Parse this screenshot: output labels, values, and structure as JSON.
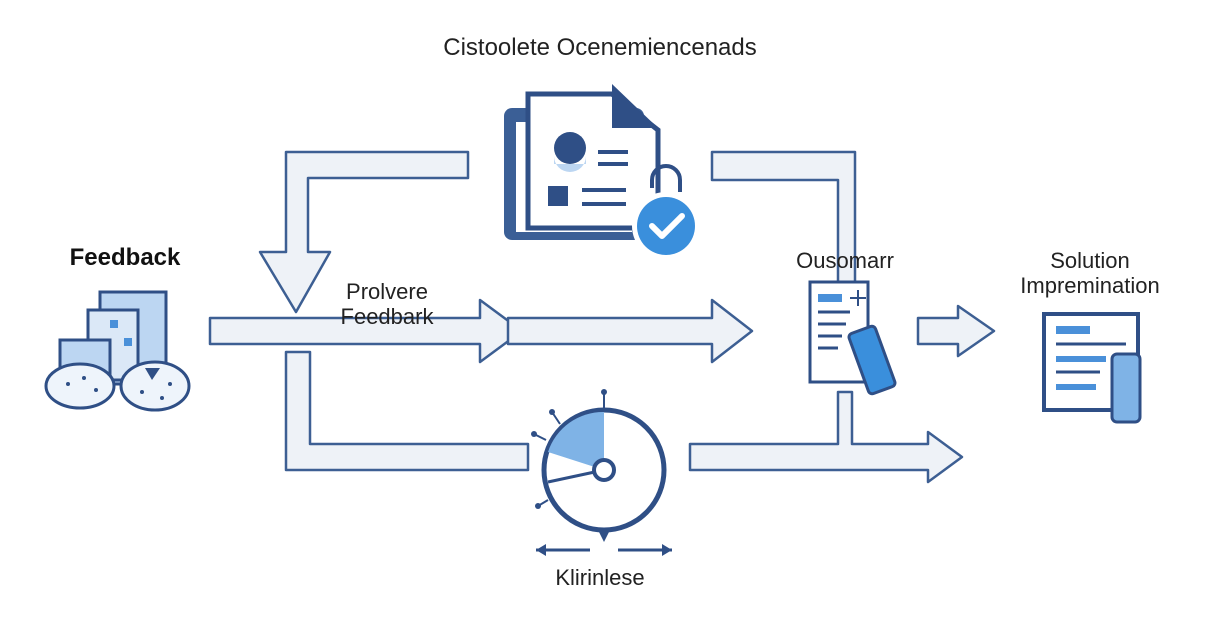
{
  "labels": {
    "top_title": "Cistoolete Ocenemiencenads",
    "feedback": "Feedback",
    "process_line1": "Prolvere",
    "process_line2": "Feedbark",
    "outcome": "Ousomarr",
    "solution_line1": "Solution",
    "solution_line2": "Impremination",
    "bottom": "Klirinlese"
  },
  "icons": {
    "feedback_group": "feedback-documents-icon",
    "top_document": "document-checkmark-icon",
    "outcome_doc": "report-phone-icon",
    "solution_doc": "solution-document-icon",
    "gauge": "gauge-dial-icon"
  },
  "colors": {
    "navy": "#2f4f86",
    "blue": "#4a90d9",
    "light_blue": "#bcd6f2",
    "arrow_fill": "#eef2f7",
    "text": "#222222"
  }
}
